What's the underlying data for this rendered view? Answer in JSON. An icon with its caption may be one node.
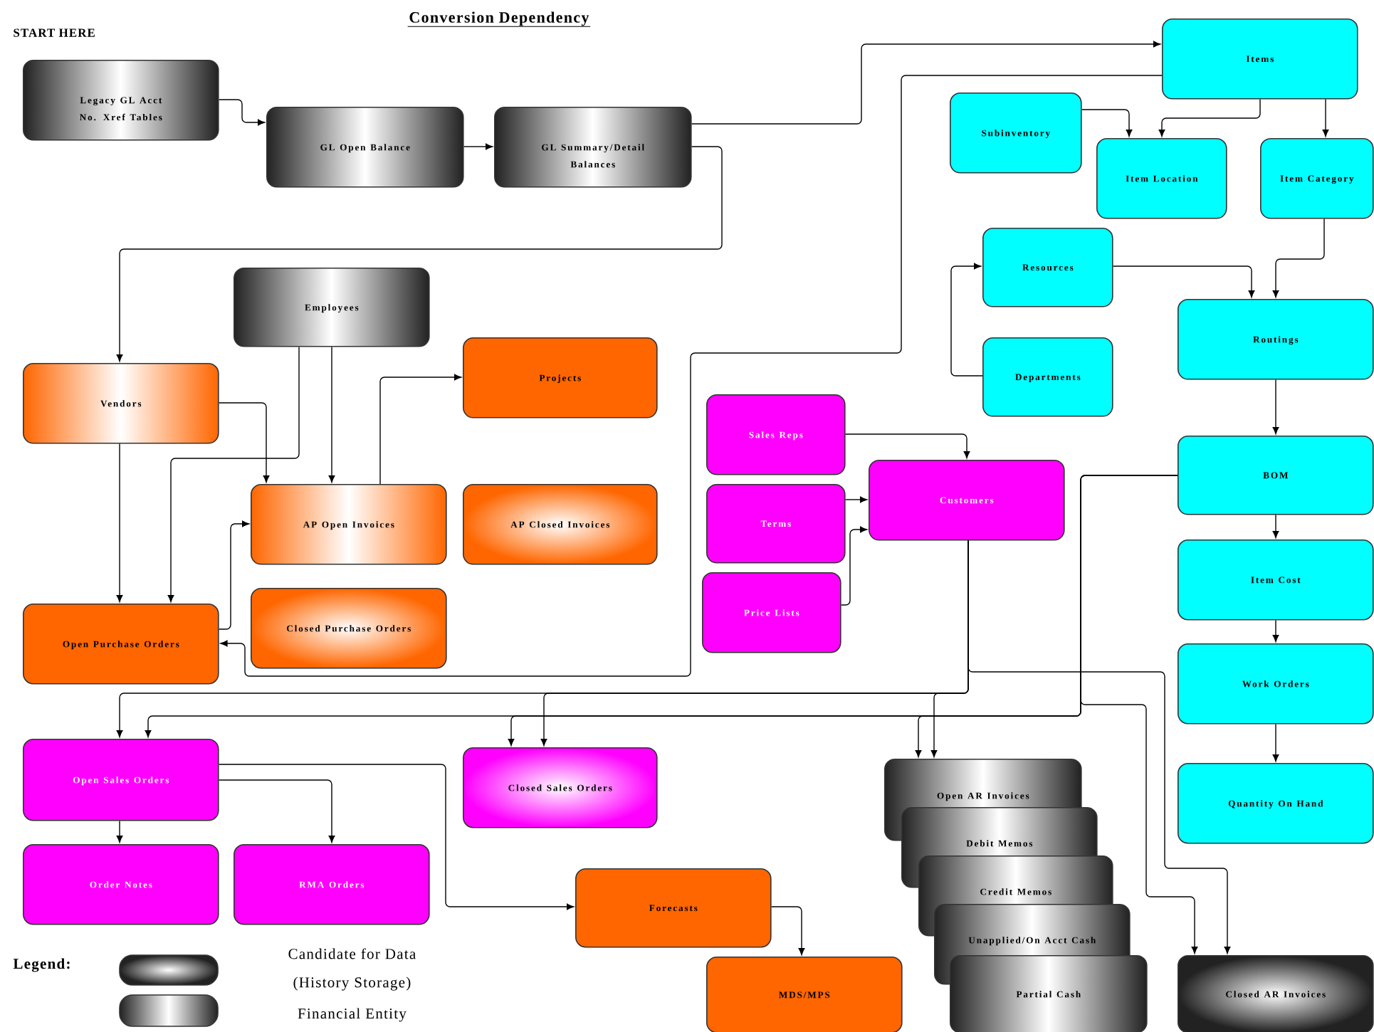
{
  "diagram": {
    "title": "Conversion Dependency",
    "nodes": [
      {
        "text": [
          "Legacy GL Acct No. Xref Tables"
        ]
      },
      {
        "text": [
          "GL Open Balance"
        ]
      },
      {
        "text": [
          "GL Summary/Detail Balances"
        ]
      },
      {
        "text": [
          "Items"
        ]
      },
      {
        "text": [
          "Subinventory"
        ]
      },
      {
        "text": [
          "Item Location"
        ]
      },
      {
        "text": [
          "Item Category"
        ]
      },
      {
        "text": [
          "Resources"
        ]
      },
      {
        "text": [
          "Departments"
        ]
      },
      {
        "text": [
          "Routings"
        ]
      },
      {
        "text": [
          "Employees"
        ]
      },
      {
        "text": [
          "Projects"
        ]
      },
      {
        "text": [
          "Vendors"
        ]
      },
      {
        "text": [
          "AP Open Invoices"
        ]
      },
      {
        "text": [
          "AP Closed Invoices"
        ]
      },
      {
        "text": [
          "Sales Reps"
        ]
      },
      {
        "text": [
          "Terms"
        ]
      },
      {
        "text": [
          "Customers"
        ]
      },
      {
        "text": [
          "Price Lists"
        ]
      },
      {
        "text": [
          "BOM"
        ]
      },
      {
        "text": [
          "Open Purchase Orders"
        ]
      },
      {
        "text": [
          "Closed Purchase Orders"
        ]
      },
      {
        "text": [
          "Item Cost"
        ]
      },
      {
        "text": [
          "Work Orders"
        ]
      },
      {
        "text": [
          "Open Sales Orders"
        ]
      },
      {
        "text": [
          "Closed Sales Orders"
        ]
      },
      {
        "text": [
          "Open AR Invoices"
        ]
      },
      {
        "text": [
          "Debit Memos"
        ]
      },
      {
        "text": [
          "Credit Memos"
        ]
      },
      {
        "text": [
          "Unapplied/On Acct Cash"
        ]
      },
      {
        "text": [
          "Partial Cash"
        ]
      },
      {
        "text": [
          "Quantity On Hand"
        ]
      },
      {
        "text": [
          "Order Notes"
        ]
      },
      {
        "text": [
          "RMA Orders"
        ]
      },
      {
        "text": [
          "Forecasts"
        ]
      },
      {
        "text": [
          "MDS/MPS"
        ]
      },
      {
        "text": [
          "Closed AR Invoices"
        ]
      }
    ],
    "edges": [
      {
        "from": 0,
        "to": 1,
        "arrow": "to"
      },
      {
        "from": 1,
        "to": 2,
        "arrow": "to"
      },
      {
        "from": 2,
        "to": 3,
        "arrow": "to"
      },
      {
        "from": 2,
        "to": 12,
        "arrow": "to"
      },
      {
        "from": 3,
        "to": 5,
        "arrow": "to"
      },
      {
        "from": 3,
        "to": 6,
        "arrow": "to"
      },
      {
        "from": 3,
        "to": 20,
        "arrow": "to"
      },
      {
        "from": 4,
        "to": 5,
        "arrow": "to"
      },
      {
        "from": 6,
        "to": 9,
        "arrow": "to"
      },
      {
        "from": 7,
        "to": 9,
        "arrow": "to"
      },
      {
        "from": 8,
        "to": 7,
        "arrow": "to"
      },
      {
        "from": 9,
        "to": 19,
        "arrow": "to"
      },
      {
        "from": 10,
        "to": 13,
        "arrow": "to"
      },
      {
        "from": 10,
        "to": 20,
        "arrow": "to"
      },
      {
        "from": 12,
        "to": 13,
        "arrow": "to"
      },
      {
        "from": 12,
        "to": 20,
        "arrow": "to"
      },
      {
        "from": 13,
        "to": 11,
        "arrow": "to"
      },
      {
        "from": 15,
        "to": 17,
        "arrow": "to"
      },
      {
        "from": 16,
        "to": 17,
        "arrow": "to"
      },
      {
        "from": 17,
        "to": 24,
        "arrow": "to"
      },
      {
        "from": 17,
        "to": 25,
        "arrow": "to"
      },
      {
        "from": 17,
        "to": 26,
        "arrow": "to"
      },
      {
        "from": 17,
        "to": 36,
        "arrow": "to"
      },
      {
        "from": 18,
        "to": 17,
        "arrow": "to"
      },
      {
        "from": 19,
        "to": 22,
        "arrow": "to"
      },
      {
        "from": 19,
        "to": 24,
        "arrow": "to"
      },
      {
        "from": 19,
        "to": 25,
        "arrow": "to"
      },
      {
        "from": 19,
        "to": 26,
        "arrow": "to"
      },
      {
        "from": 19,
        "to": 36,
        "arrow": "to"
      },
      {
        "from": 20,
        "to": 13,
        "arrow": "to"
      },
      {
        "from": 22,
        "to": 23,
        "arrow": "to"
      },
      {
        "from": 23,
        "to": 31,
        "arrow": "to"
      },
      {
        "from": 24,
        "to": 32,
        "arrow": "to"
      },
      {
        "from": 24,
        "to": 33,
        "arrow": "to"
      },
      {
        "from": 24,
        "to": 34,
        "arrow": "to"
      },
      {
        "from": 34,
        "to": 35,
        "arrow": "to"
      }
    ],
    "labels": [
      "START HERE",
      "Legend:"
    ],
    "legend": [
      {
        "text": "Candidate for Data (History Storage)"
      },
      {
        "text": "Financial Entity"
      }
    ]
  }
}
